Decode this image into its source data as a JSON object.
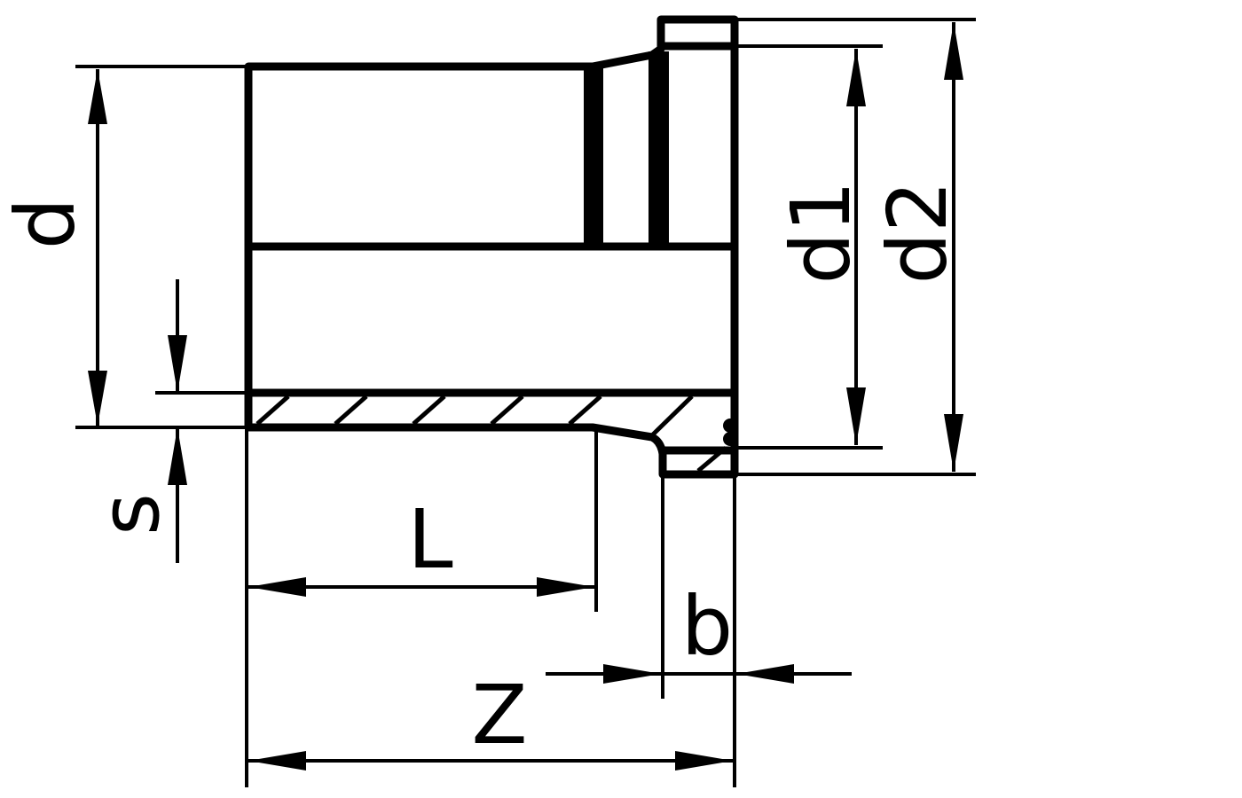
{
  "drawing": {
    "labels": {
      "d": "d",
      "s": "s",
      "L": "L",
      "Z": "Z",
      "b": "b",
      "d1": "d1",
      "d2": "d2"
    },
    "colors": {
      "line": "#000000",
      "background": "#ffffff"
    }
  }
}
